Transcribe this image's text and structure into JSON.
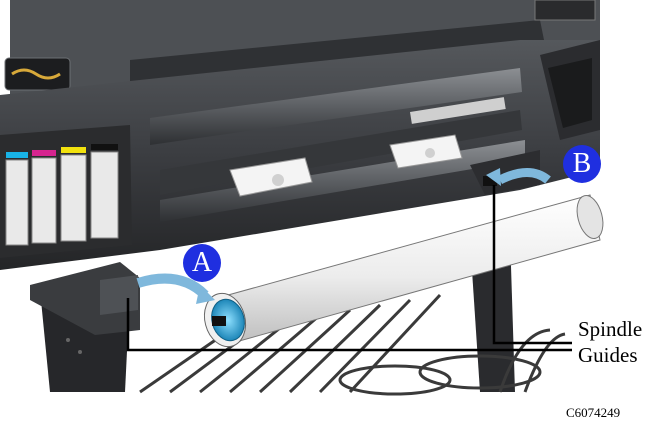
{
  "callouts": {
    "a": "A",
    "b": "B"
  },
  "label": {
    "line1": "Spindle",
    "line2": "Guides"
  },
  "figure_code": "C6074249",
  "colors": {
    "printer_body": "#3a3c3f",
    "printer_dark": "#1e1f21",
    "media_roll": "#f2f2f2",
    "callout_fill": "#1f2fe0",
    "spindle_hub": "#2aa6d6"
  }
}
